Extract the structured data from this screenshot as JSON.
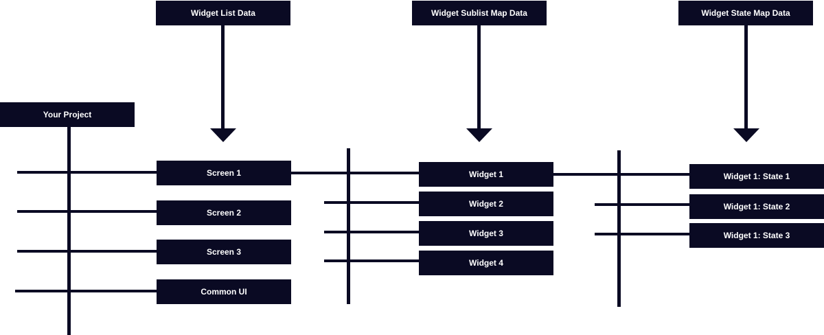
{
  "headers": {
    "widget_list_data": "Widget List Data",
    "widget_sublist_map_data": "Widget Sublist Map Data",
    "widget_state_map_data": "Widget State Map Data"
  },
  "project": {
    "label": "Your Project"
  },
  "screens": [
    "Screen 1",
    "Screen 2",
    "Screen 3",
    "Common UI"
  ],
  "widgets": [
    "Widget 1",
    "Widget 2",
    "Widget 3",
    "Widget 4"
  ],
  "states": [
    "Widget 1: State 1",
    "Widget 1: State 2",
    "Widget 1: State 3"
  ],
  "colors": {
    "box": "#0a0a23",
    "text": "#ffffff",
    "background": "#ffffff"
  }
}
